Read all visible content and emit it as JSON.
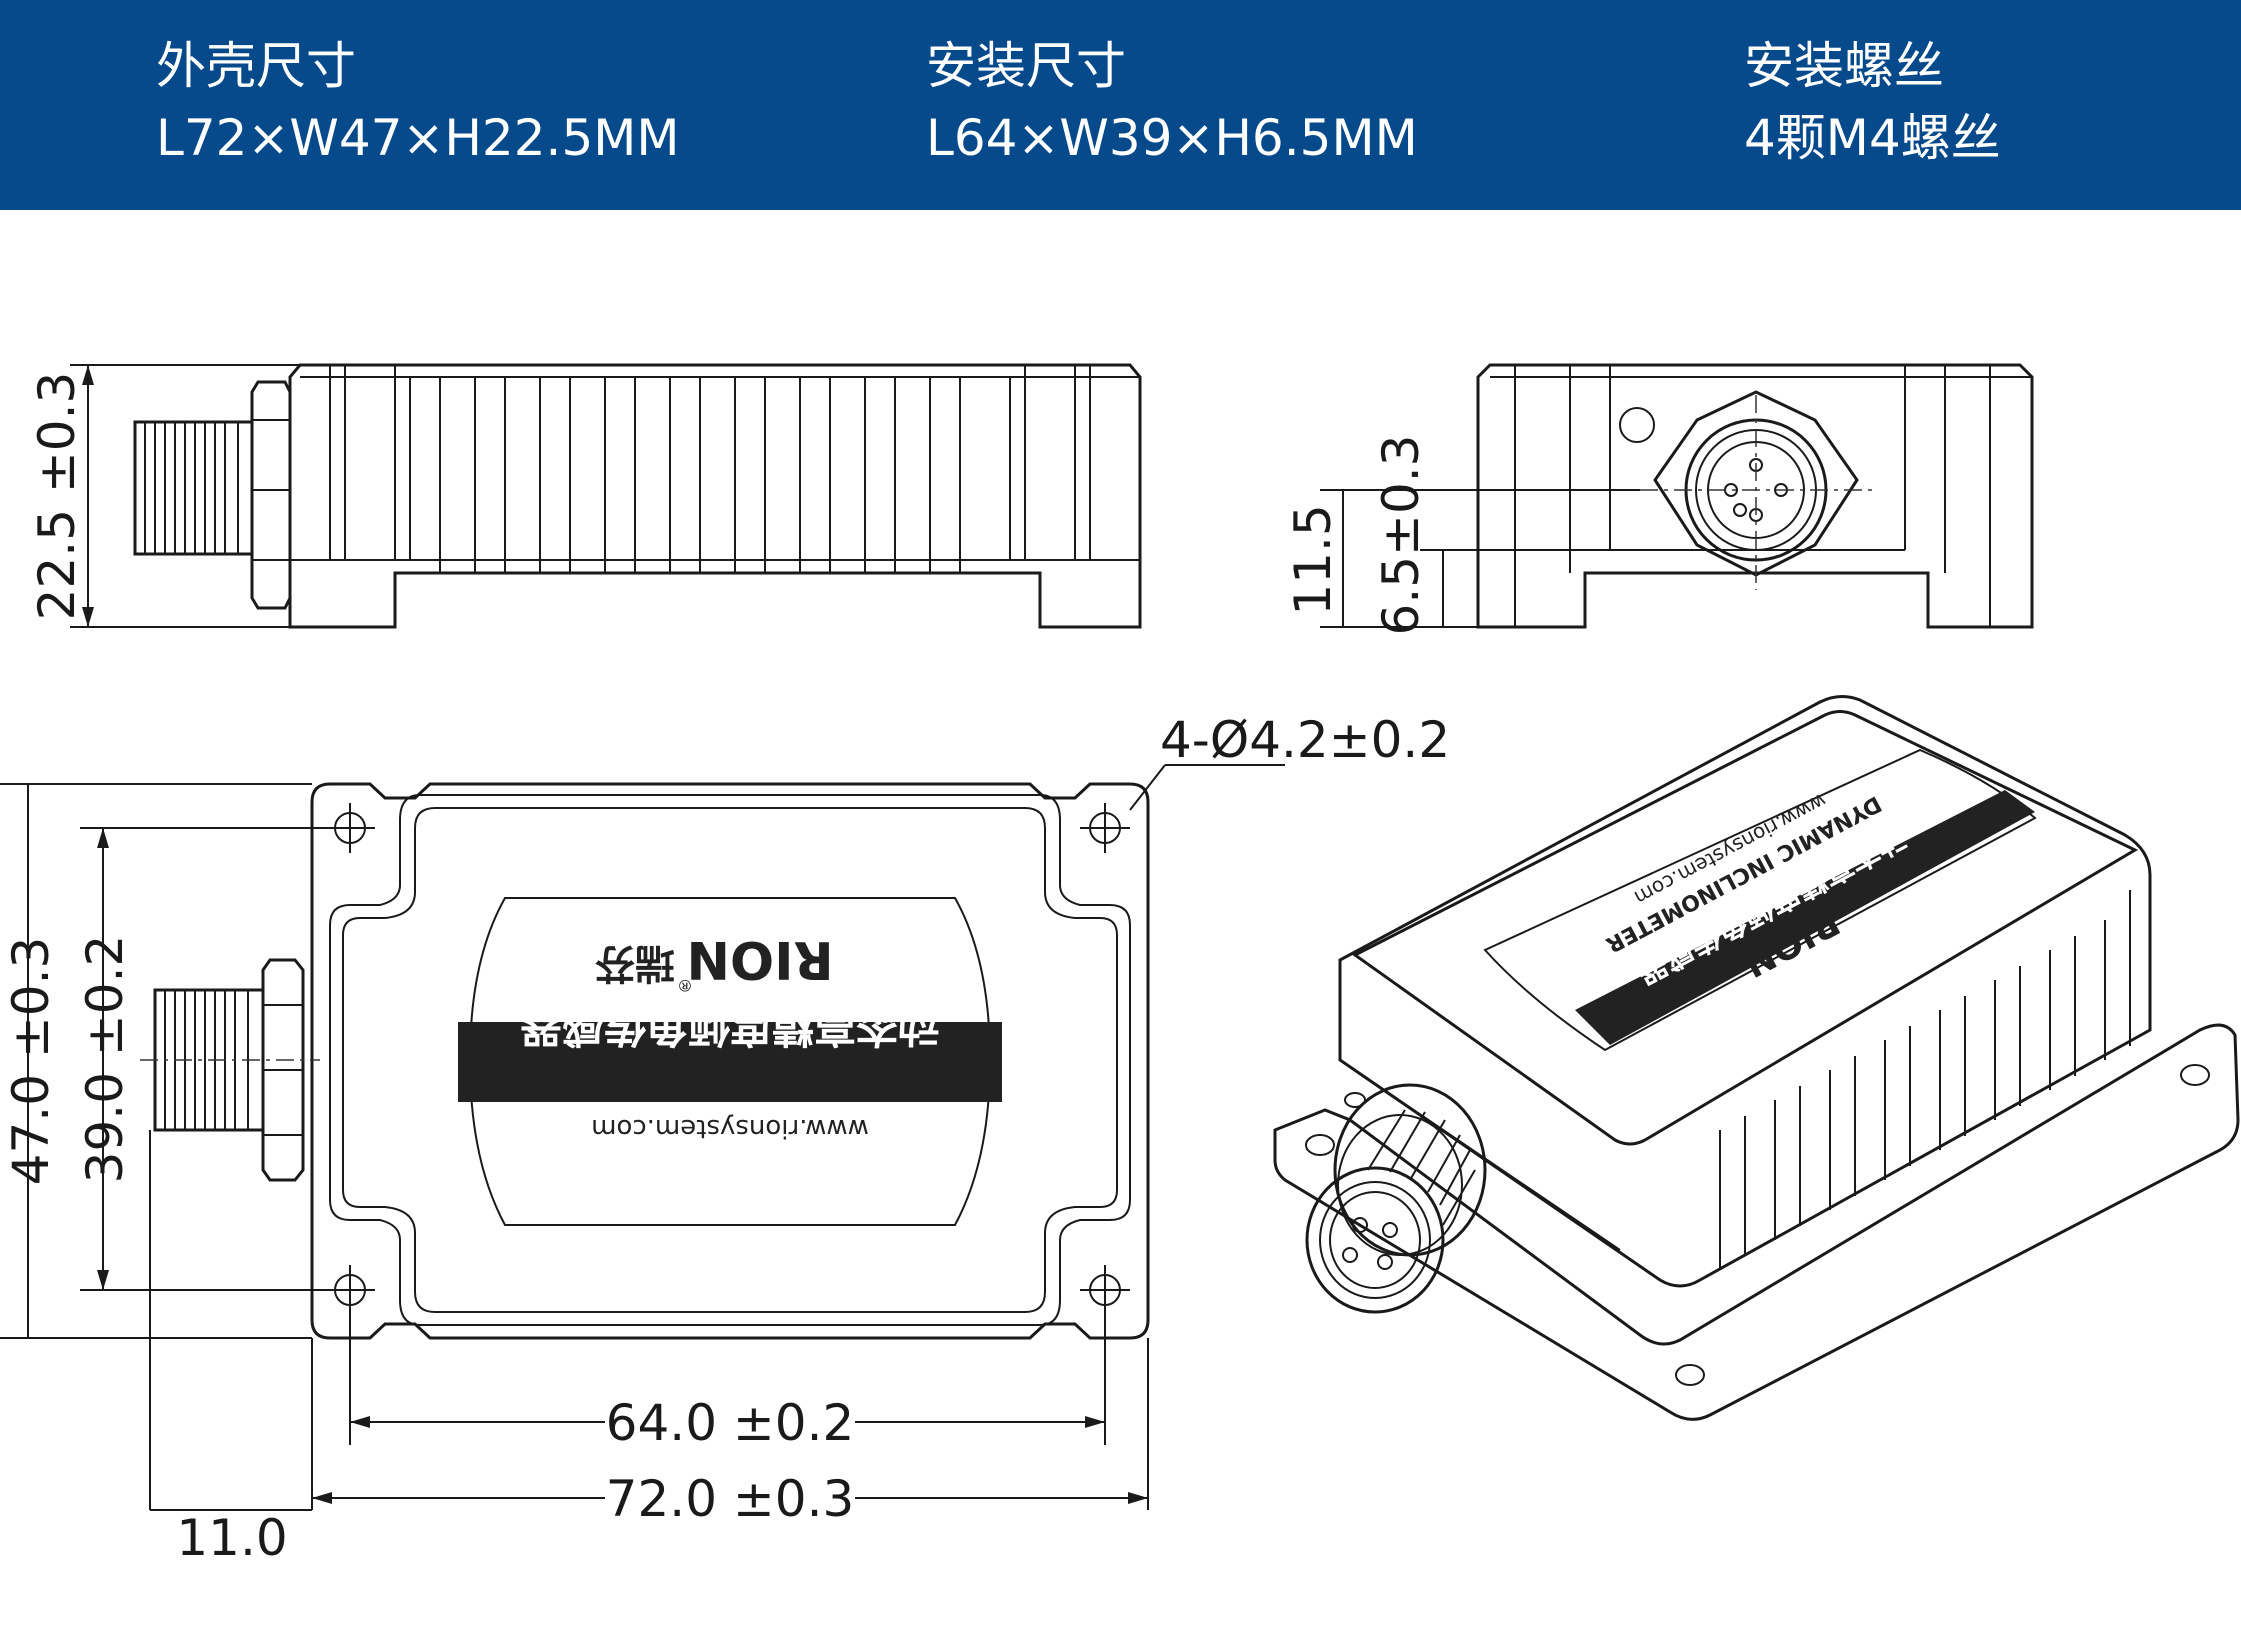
{
  "specs": [
    {
      "label": "外壳尺寸",
      "value": "L72×W47×H22.5MM"
    },
    {
      "label": "安装尺寸",
      "value": "L64×W39×H6.5MM"
    },
    {
      "label": "安装螺丝",
      "value": "4颗M4螺丝"
    }
  ],
  "dimensions": {
    "side_height": "22.5 ±0.3",
    "front_connector_height": "11.5",
    "front_mount_height": "6.5±0.3",
    "hole_spec": "4-Ø4.2±0.2",
    "total_width": "47.0 ±0.3",
    "mount_width": "39.0 ±0.2",
    "mount_length": "64.0 ±0.2",
    "total_length": "72.0 ±0.3",
    "connector_length": "11.0"
  },
  "label_plate": {
    "url": "www.rionsystem.com",
    "product_en": "DYNAMIC  INCLINOMETER",
    "product_cn": "动态高精度倾角传感器",
    "brand": "RION",
    "brand_cn": "瑞芬",
    "registered_mark": "®"
  },
  "colors": {
    "banner": "#074a8b",
    "line": "#1a1a1a",
    "band": "#222222"
  }
}
